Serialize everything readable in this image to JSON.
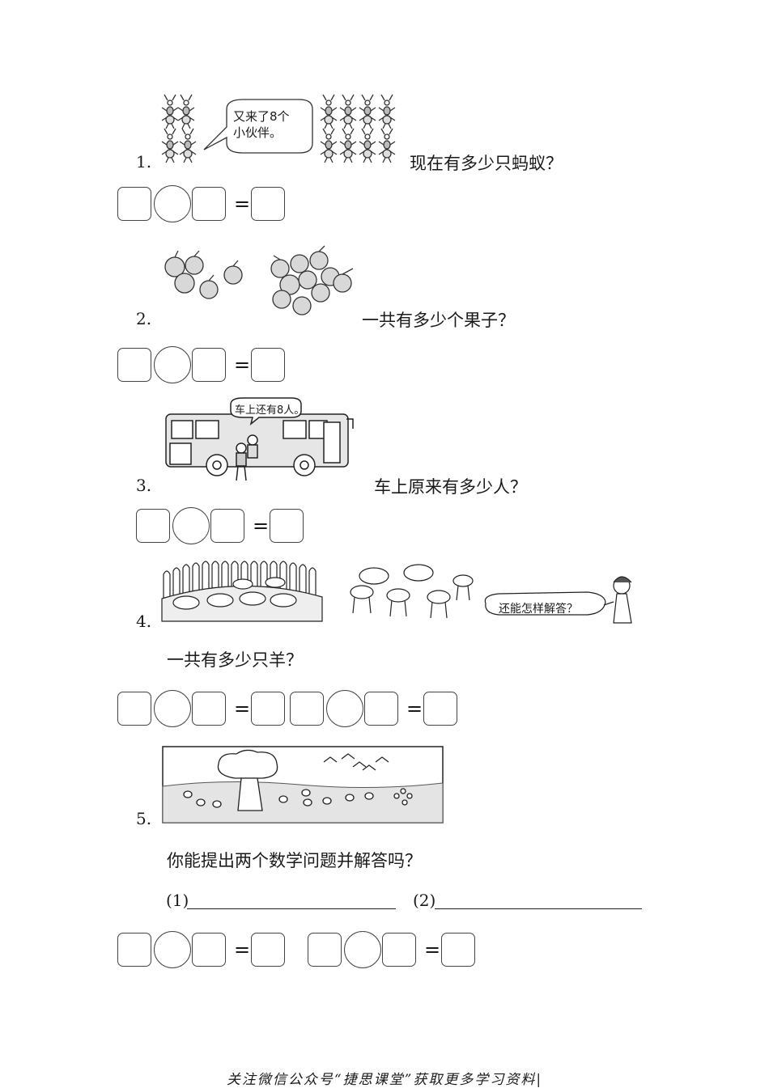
{
  "problems": [
    {
      "number": "1.",
      "question": "现在有多少只蚂蚁？",
      "bubble": [
        "又来了8个",
        "小伙伴。"
      ]
    },
    {
      "number": "2.",
      "question": "一共有多少个果子？"
    },
    {
      "number": "3.",
      "question": "车上原来有多少人？",
      "bubble": "车上还有8人。"
    },
    {
      "number": "4.",
      "question": "一共有多少只羊？",
      "bubble": "还能怎样解答？"
    },
    {
      "number": "5.",
      "question": "你能提出两个数学问题并解答吗？",
      "blank1_label": "(1)",
      "blank2_label": "(2)"
    }
  ],
  "equals_sign": "=",
  "footer": "关注微信公众号“捷思课堂”获取更多学习资料|"
}
